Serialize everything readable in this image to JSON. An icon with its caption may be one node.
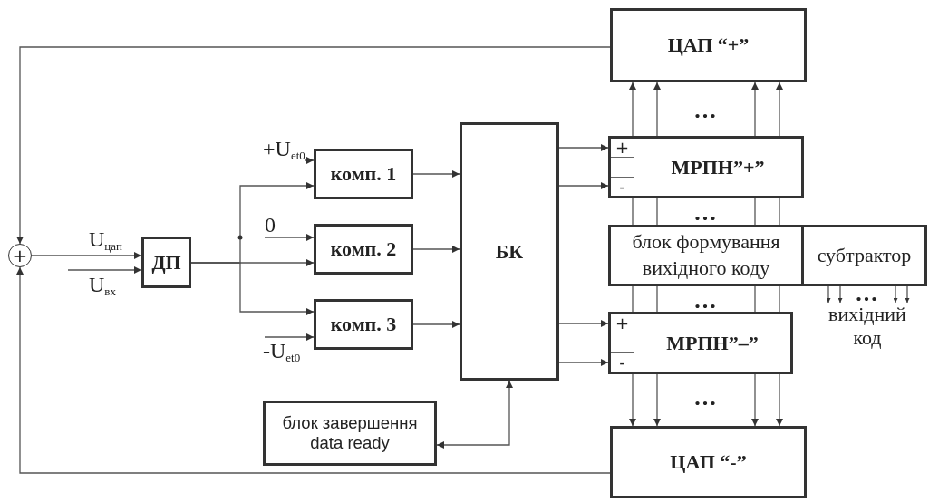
{
  "diagram": {
    "nodes": [
      {
        "text": [
          "ЦАП “+”"
        ]
      },
      {
        "text": [
          "+"
        ]
      },
      {
        "text": [
          "ДП"
        ]
      },
      {
        "text": [
          "комп. 1"
        ]
      },
      {
        "text": [
          "комп. 2"
        ]
      },
      {
        "text": [
          "комп. 3"
        ]
      },
      {
        "text": [
          "БК"
        ]
      },
      {
        "text": [
          "+",
          "МРПН”+”",
          "-"
        ]
      },
      {
        "text": [
          "блок формування вихідного коду"
        ]
      },
      {
        "text": [
          "субтрактор"
        ]
      },
      {
        "text": [
          "+",
          "МРПН”–”",
          "-"
        ]
      },
      {
        "text": [
          "блок завершення data ready"
        ]
      },
      {
        "text": [
          "ЦАП “-”"
        ]
      },
      {
        "text": [
          "вихідний код"
        ]
      }
    ],
    "edges": [
      {
        "from": 0,
        "to": 1,
        "arrow": "to"
      },
      {
        "from": 12,
        "to": 1,
        "arrow": "to"
      },
      {
        "from": 1,
        "to": 2,
        "arrow": "to",
        "label": "U$_{цап}$"
      },
      {
        "from": null,
        "to": 2,
        "arrow": "to",
        "label": "U$_{вх}$"
      },
      {
        "from": 2,
        "to": 3,
        "arrow": "to"
      },
      {
        "from": 2,
        "to": 4,
        "arrow": "to"
      },
      {
        "from": 2,
        "to": 5,
        "arrow": "to"
      },
      {
        "from": null,
        "to": 3,
        "arrow": "to",
        "label": "+U$_{et0}$"
      },
      {
        "from": null,
        "to": 4,
        "arrow": "to",
        "label": "0"
      },
      {
        "from": null,
        "to": 5,
        "arrow": "to",
        "label": "-U$_{et0}$"
      },
      {
        "from": 3,
        "to": 6,
        "arrow": "to"
      },
      {
        "from": 4,
        "to": 6,
        "arrow": "to"
      },
      {
        "from": 5,
        "to": 6,
        "arrow": "to"
      },
      {
        "from": 6,
        "to": 7,
        "arrow": "to"
      },
      {
        "from": 6,
        "to": 7,
        "arrow": "to"
      },
      {
        "from": 6,
        "to": 10,
        "arrow": "to"
      },
      {
        "from": 6,
        "to": 10,
        "arrow": "to"
      },
      {
        "from": 6,
        "to": 11,
        "arrow": "both"
      },
      {
        "from": 7,
        "to": 0,
        "arrow": "to"
      },
      {
        "from": 7,
        "to": 0,
        "arrow": "to"
      },
      {
        "from": 7,
        "to": 0,
        "arrow": "to"
      },
      {
        "from": 7,
        "to": 0,
        "arrow": "to"
      },
      {
        "from": 7,
        "to": 8,
        "arrow": "none"
      },
      {
        "from": 7,
        "to": 8,
        "arrow": "none"
      },
      {
        "from": 7,
        "to": 8,
        "arrow": "none"
      },
      {
        "from": 7,
        "to": 8,
        "arrow": "none"
      },
      {
        "from": 8,
        "to": 10,
        "arrow": "none"
      },
      {
        "from": 8,
        "to": 10,
        "arrow": "none"
      },
      {
        "from": 8,
        "to": 10,
        "arrow": "none"
      },
      {
        "from": 8,
        "to": 10,
        "arrow": "none"
      },
      {
        "from": 10,
        "to": 12,
        "arrow": "to"
      },
      {
        "from": 10,
        "to": 12,
        "arrow": "to"
      },
      {
        "from": 10,
        "to": 12,
        "arrow": "to"
      },
      {
        "from": 10,
        "to": 12,
        "arrow": "to"
      },
      {
        "from": 9,
        "to": 13,
        "arrow": "to"
      },
      {
        "from": 9,
        "to": 13,
        "arrow": "to"
      },
      {
        "from": 9,
        "to": 13,
        "arrow": "to"
      },
      {
        "from": 9,
        "to": 13,
        "arrow": "to"
      }
    ],
    "labels": [
      "...",
      "...",
      "...",
      "...",
      "..."
    ]
  }
}
